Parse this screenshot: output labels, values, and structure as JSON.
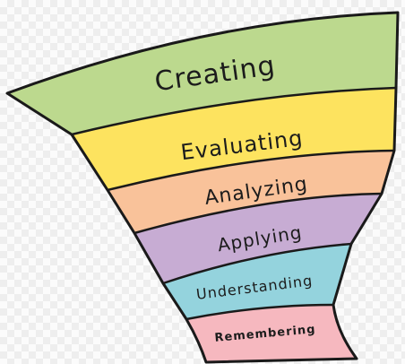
{
  "diagram": {
    "levels": [
      {
        "label": "Creating",
        "color": "#bcd98e"
      },
      {
        "label": "Evaluating",
        "color": "#fde35f"
      },
      {
        "label": "Analyzing",
        "color": "#f9c29a"
      },
      {
        "label": "Applying",
        "color": "#c7acd3"
      },
      {
        "label": "Understanding",
        "color": "#94d3dd"
      },
      {
        "label": "Remembering",
        "color": "#f6b8bf"
      }
    ],
    "outline_color": "#1a1a1a"
  }
}
